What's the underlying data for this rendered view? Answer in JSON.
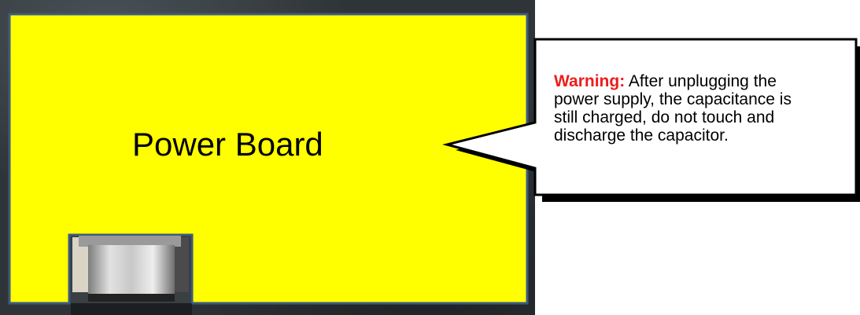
{
  "diagram": {
    "board_label": "Power Board",
    "colors": {
      "board_fill": "#ffff00",
      "board_outline": "#3d5a80",
      "photo_background": "#2f3438",
      "warning_color": "#ee1c1c"
    },
    "callout": {
      "warning_label": "Warning:",
      "message": "After unplugging the power supply, the capacitance is still charged, do not touch and discharge the capacitor."
    },
    "capacitor_icon": "capacitor-icon"
  }
}
